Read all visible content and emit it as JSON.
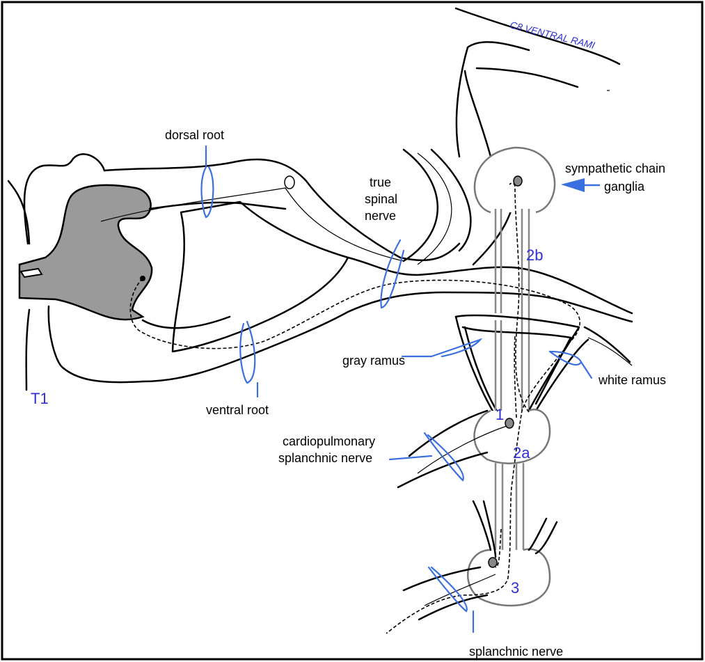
{
  "colors": {
    "label_blue": "#2f2fd8",
    "marker_blue": "#3a6fe0",
    "gray_matter": "#9a9a9a"
  },
  "labels": {
    "c8": "C8 VENTRAL RAMI",
    "dorsal_root": "dorsal root",
    "true_spinal_1": "true",
    "true_spinal_2": "spinal",
    "true_spinal_3": "nerve",
    "sympathetic_1": "sympathetic chain",
    "sympathetic_2": "ganglia",
    "gray_ramus": "gray ramus",
    "white_ramus": "white ramus",
    "t1": "T1",
    "ventral_root": "ventral root",
    "cardio_1": "cardiopulmonary",
    "cardio_2": "splanchnic nerve",
    "splanchnic": "splanchnic nerve"
  },
  "numbers": {
    "n1": "1",
    "n2a": "2a",
    "n2b": "2b",
    "n3": "3"
  }
}
